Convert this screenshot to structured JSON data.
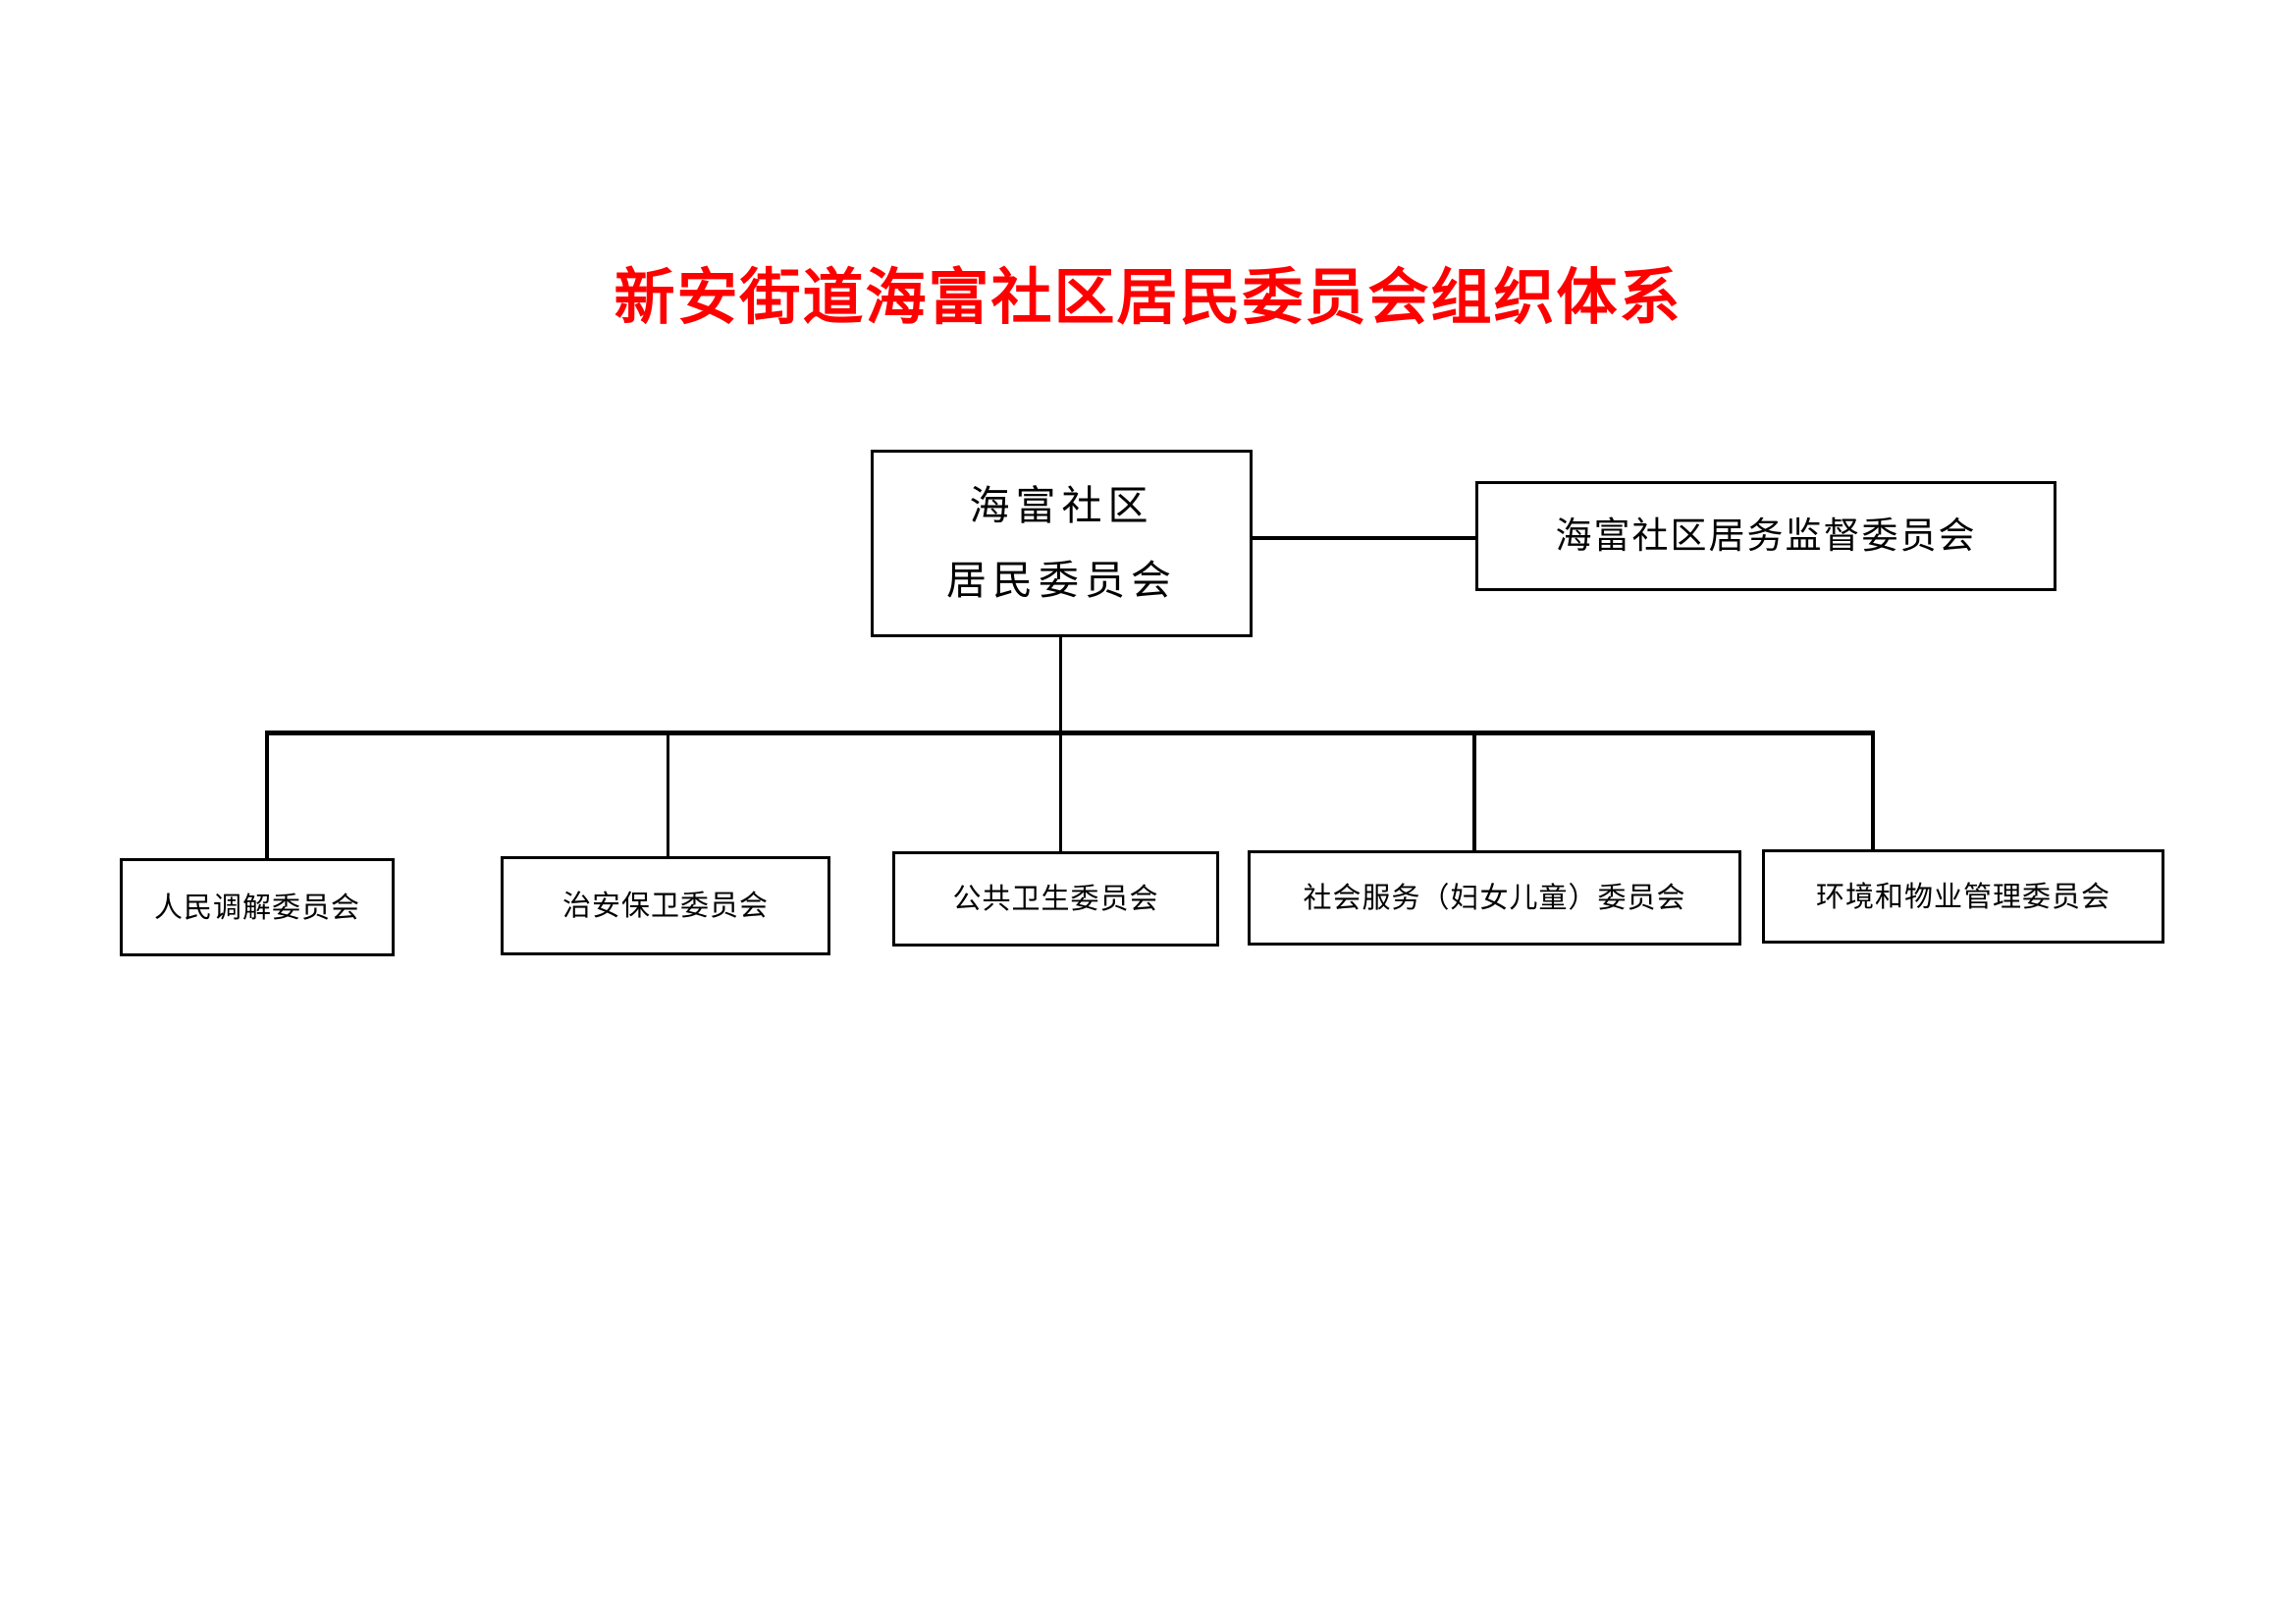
{
  "title": "新安街道海富社区居民委员会组织体系",
  "colors": {
    "title": "#fe0000",
    "box_border": "#000000",
    "connector": "#000000",
    "background": "#ffffff"
  },
  "root": {
    "line1": "海富社区",
    "line2": "居民委员会"
  },
  "supervision": {
    "label": "海富社区居务监督委员会"
  },
  "committees": [
    {
      "label": "人民调解委员会"
    },
    {
      "label": "治安保卫委员会"
    },
    {
      "label": "公共卫生委员会"
    },
    {
      "label": "社会服务（妇女儿童）委员会"
    },
    {
      "label": "环境和物业管理委员会"
    }
  ],
  "chart_data": {
    "type": "diagram",
    "diagram_type": "organizational-chart",
    "title": "新安街道海富社区居民委员会组织体系",
    "nodes": [
      {
        "id": "root",
        "label": "海富社区\n居民委员会",
        "level": 0
      },
      {
        "id": "supervision",
        "label": "海富社区居务监督委员会",
        "level": 1
      },
      {
        "id": "mediation",
        "label": "人民调解委员会",
        "level": 2
      },
      {
        "id": "security",
        "label": "治安保卫委员会",
        "level": 2
      },
      {
        "id": "health",
        "label": "公共卫生委员会",
        "level": 2
      },
      {
        "id": "social-service",
        "label": "社会服务（妇女儿童）委员会",
        "level": 2
      },
      {
        "id": "environment",
        "label": "环境和物业管理委员会",
        "level": 2
      }
    ],
    "edges": [
      {
        "from": "root",
        "to": "supervision",
        "style": "horizontal"
      },
      {
        "from": "root",
        "to": "mediation",
        "style": "orthogonal"
      },
      {
        "from": "root",
        "to": "security",
        "style": "orthogonal"
      },
      {
        "from": "root",
        "to": "health",
        "style": "orthogonal"
      },
      {
        "from": "root",
        "to": "social-service",
        "style": "orthogonal"
      },
      {
        "from": "root",
        "to": "environment",
        "style": "orthogonal"
      }
    ]
  }
}
